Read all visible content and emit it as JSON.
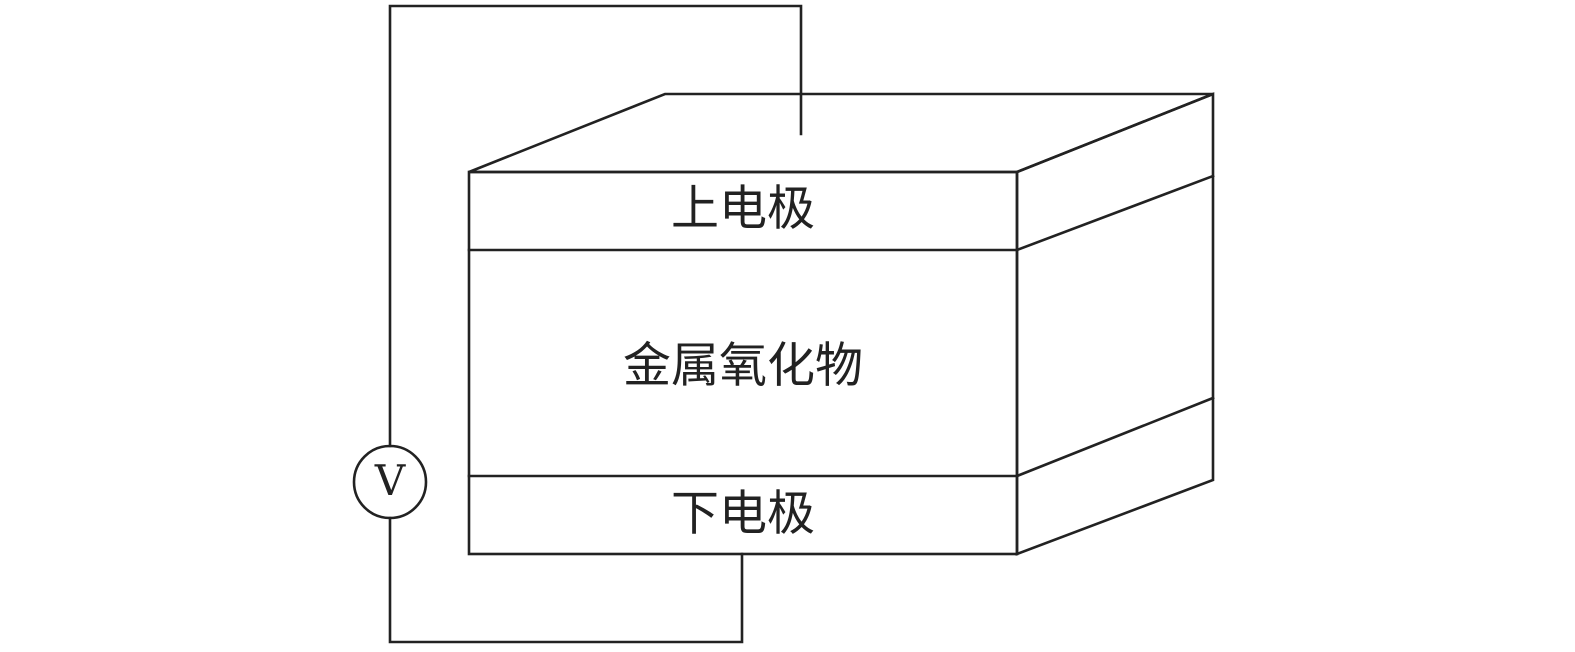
{
  "layers": {
    "top_electrode": "上电极",
    "metal_oxide": "金属氧化物",
    "bottom_electrode": "下电极"
  },
  "voltmeter": {
    "symbol": "V"
  },
  "colors": {
    "line": "#222222",
    "background": "#ffffff"
  }
}
